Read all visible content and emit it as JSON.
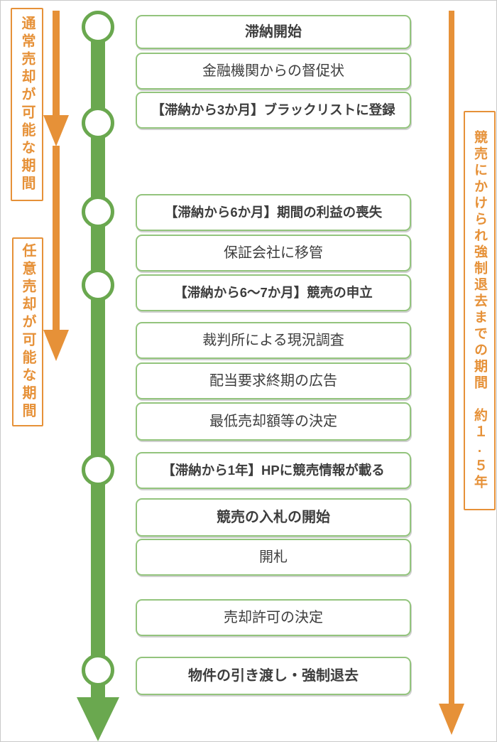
{
  "colors": {
    "timeline_green": "#6aa84f",
    "box_border_green": "#93c47d",
    "accent_orange": "#e69138",
    "text_dark": "#3d3d3d"
  },
  "left_annotations": [
    {
      "label": "通常売却が可能な期間"
    },
    {
      "label": "任意売却が可能な期間"
    }
  ],
  "right_annotation": {
    "label": "競売にかけられ強制退去までの期間　約１.５年"
  },
  "steps": [
    {
      "label": "滞納開始",
      "bold": true
    },
    {
      "label": "金融機関からの督促状",
      "bold": false
    },
    {
      "label": "【滞納から3か月】ブラックリストに登録",
      "bold": true
    },
    {
      "label": "【滞納から6か月】期間の利益の喪失",
      "bold": true
    },
    {
      "label": "保証会社に移管",
      "bold": false
    },
    {
      "label": "【滞納から6～7か月】競売の申立",
      "bold": true
    },
    {
      "label": "裁判所による現況調査",
      "bold": false
    },
    {
      "label": "配当要求終期の広告",
      "bold": false
    },
    {
      "label": "最低売却額等の決定",
      "bold": false
    },
    {
      "label": "【滞納から1年】HPに競売情報が載る",
      "bold": true
    },
    {
      "label": "競売の入札の開始",
      "bold": true
    },
    {
      "label": "開札",
      "bold": false
    },
    {
      "label": "売却許可の決定",
      "bold": false
    },
    {
      "label": "物件の引き渡し・強制退去",
      "bold": true
    }
  ]
}
